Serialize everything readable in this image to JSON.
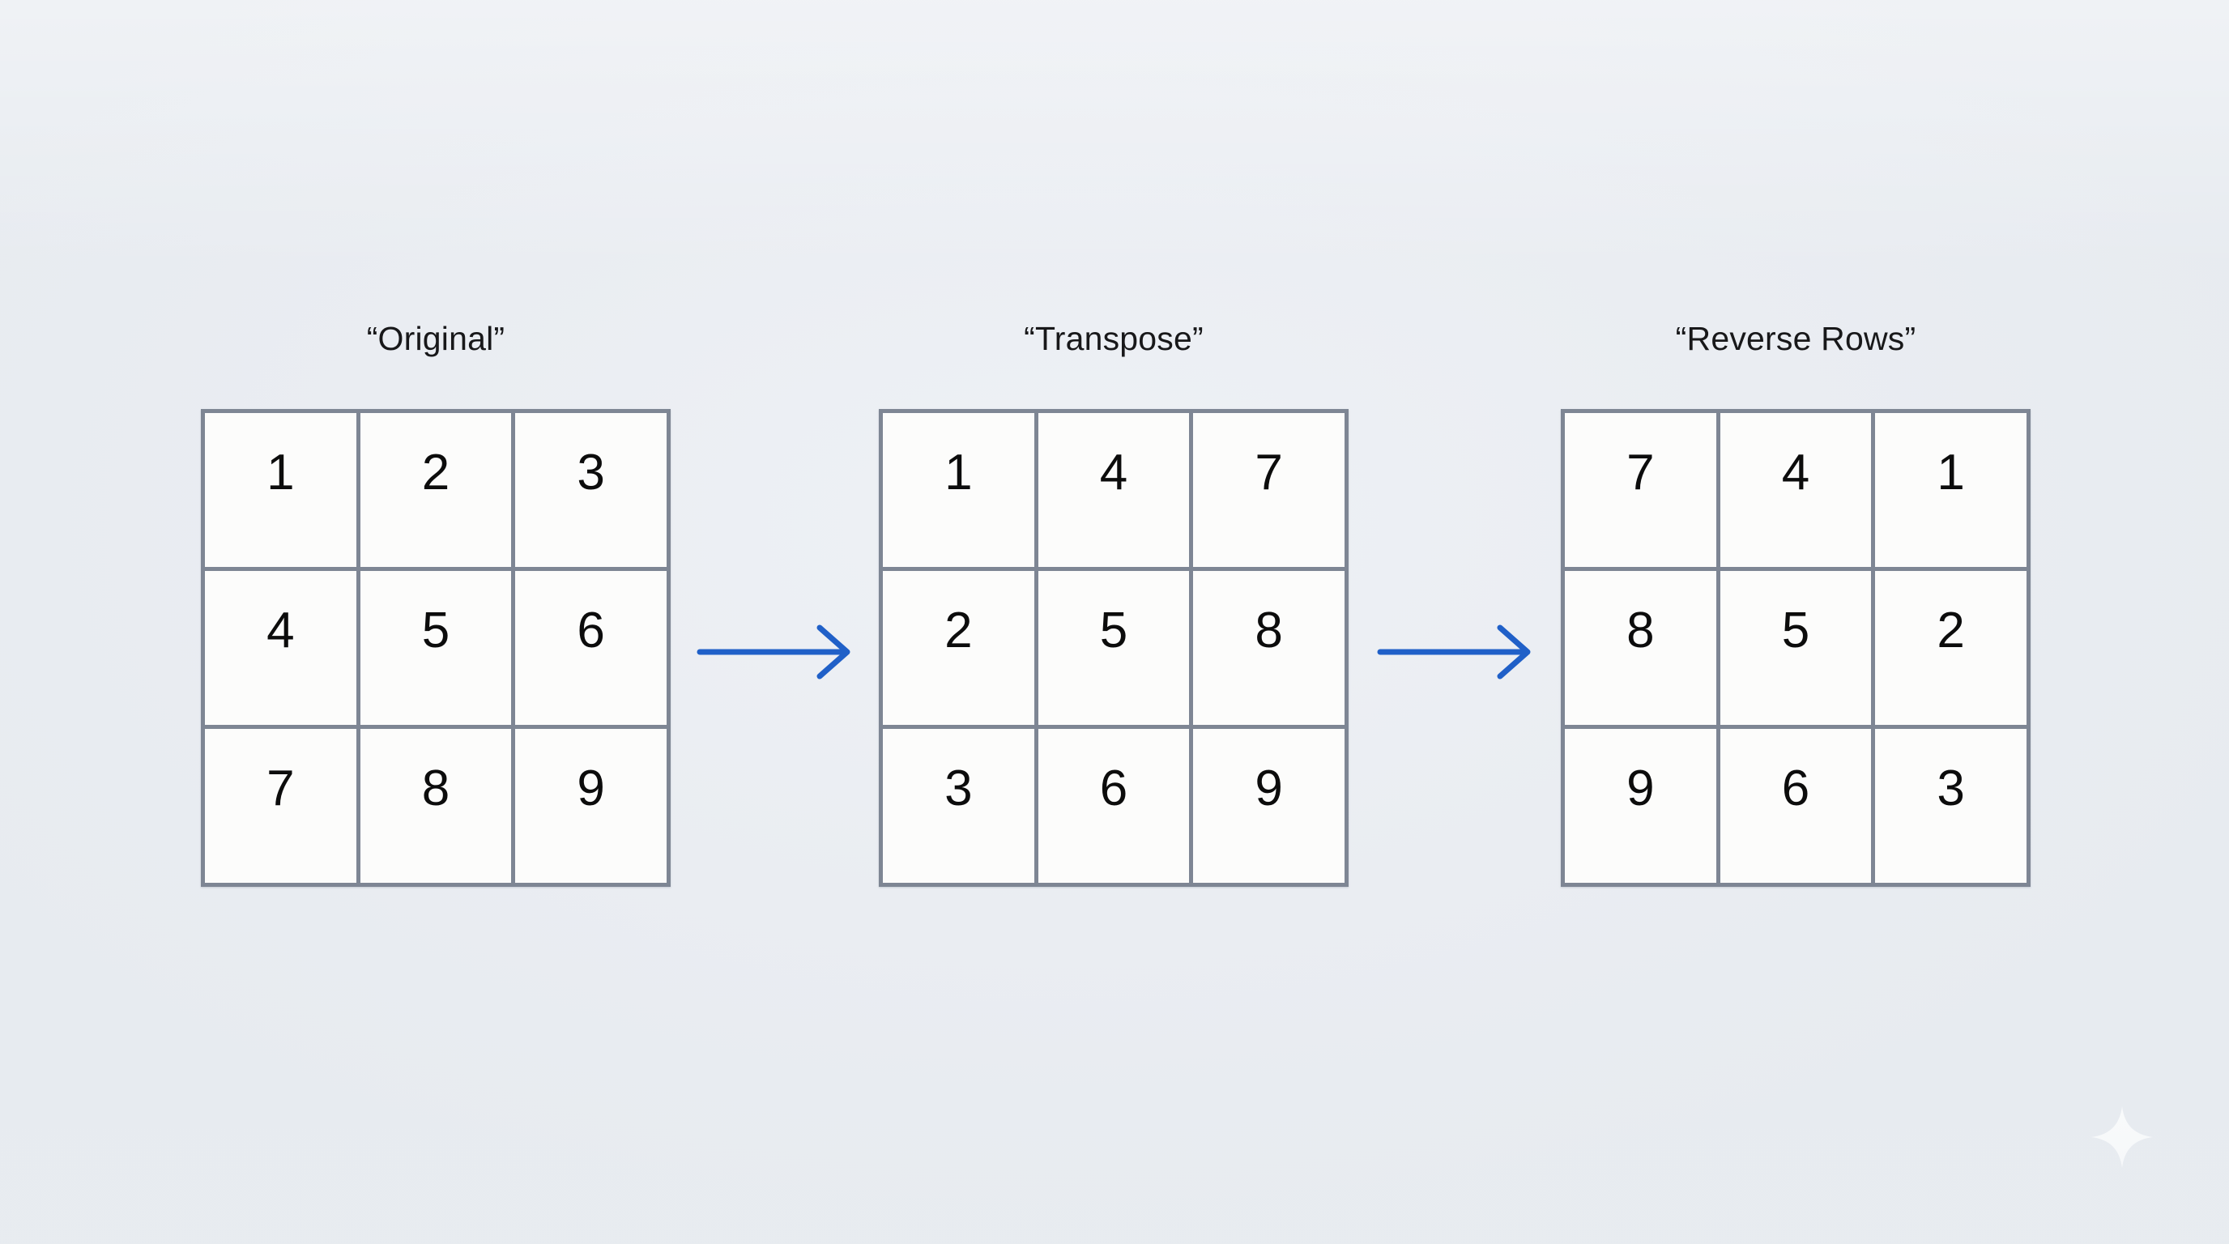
{
  "background": {
    "color": "#eceff3"
  },
  "theme": {
    "grid_border_color": "#7e8694",
    "cell_fill_color": "#fcfcfb",
    "number_color": "#0c0c0c",
    "label_color": "#18181a",
    "arrow_color": "#2060c8",
    "sparkle_color": "#ffffff"
  },
  "panels": [
    {
      "label": "“Original”",
      "rows": [
        [
          "1",
          "2",
          "3"
        ],
        [
          "4",
          "5",
          "6"
        ],
        [
          "7",
          "8",
          "9"
        ]
      ]
    },
    {
      "label": "“Transpose”",
      "rows": [
        [
          "1",
          "4",
          "7"
        ],
        [
          "2",
          "5",
          "8"
        ],
        [
          "3",
          "6",
          "9"
        ]
      ]
    },
    {
      "label": "“Reverse Rows”",
      "rows": [
        [
          "7",
          "4",
          "1"
        ],
        [
          "8",
          "5",
          "2"
        ],
        [
          "9",
          "6",
          "3"
        ]
      ]
    }
  ],
  "arrows": [
    {
      "name": "arrow-original-to-transpose"
    },
    {
      "name": "arrow-transpose-to-reverse-rows"
    }
  ],
  "decorations": {
    "sparkle": "sparkle-icon"
  }
}
